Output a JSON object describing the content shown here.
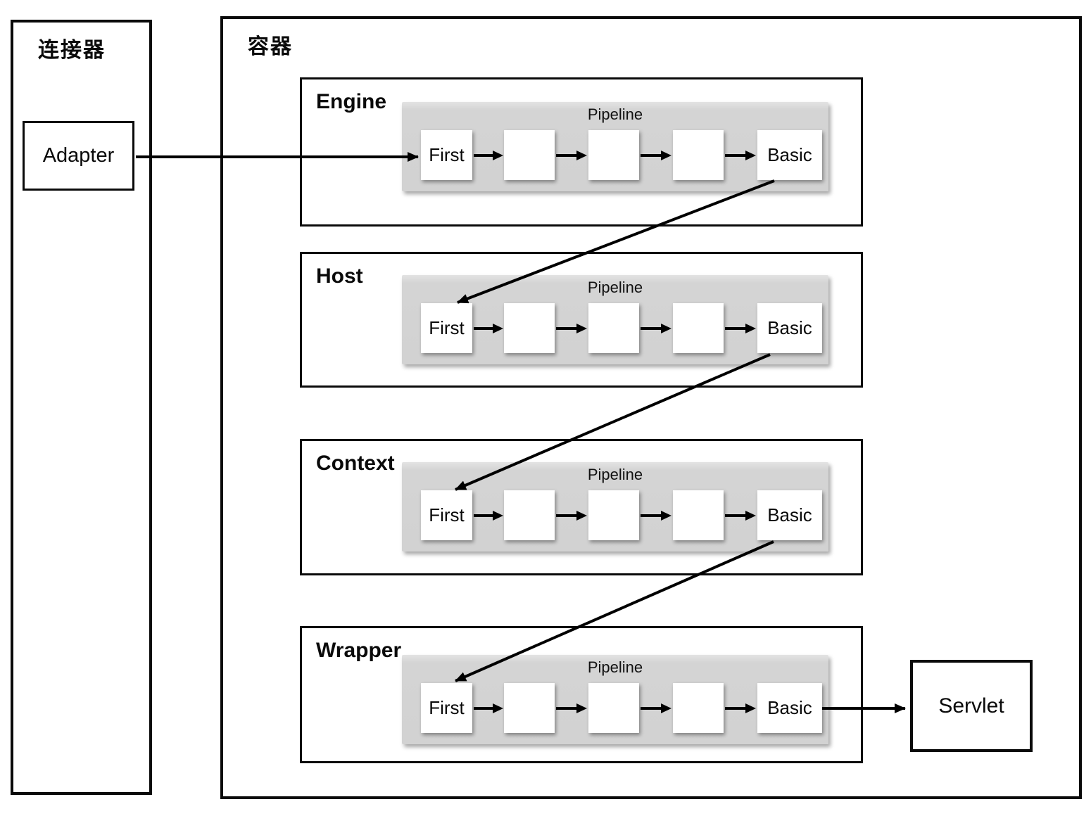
{
  "connector": {
    "label": "连接器",
    "adapter": "Adapter"
  },
  "container": {
    "label": "容器",
    "rows": [
      {
        "name": "Engine",
        "pipeline": "Pipeline",
        "first_valve": "First",
        "basic_valve": "Basic"
      },
      {
        "name": "Host",
        "pipeline": "Pipeline",
        "first_valve": "First",
        "basic_valve": "Basic"
      },
      {
        "name": "Context",
        "pipeline": "Pipeline",
        "first_valve": "First",
        "basic_valve": "Basic"
      },
      {
        "name": "Wrapper",
        "pipeline": "Pipeline",
        "first_valve": "First",
        "basic_valve": "Basic"
      }
    ]
  },
  "servlet": {
    "label": "Servlet"
  },
  "colors": {
    "line": "#000000",
    "pipeline_bg": "#d4d4d4",
    "box_bg": "#ffffff"
  }
}
